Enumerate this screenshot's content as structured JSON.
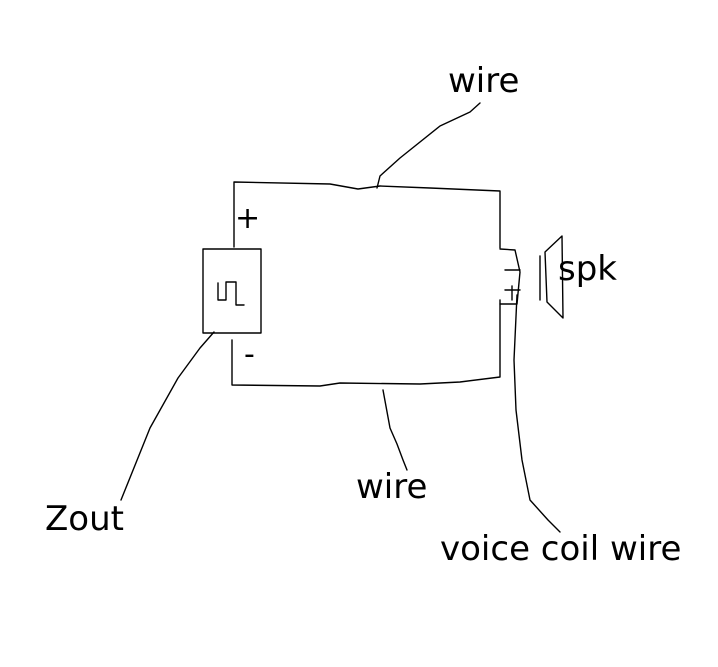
{
  "labels": {
    "wire_top": "wire",
    "wire_bottom": "wire",
    "speaker": "spk",
    "source": "Zout",
    "voice_coil": "voice coil wire",
    "plus": "+",
    "minus": "-"
  },
  "colors": {
    "ink": "#000000",
    "background": "#ffffff"
  }
}
